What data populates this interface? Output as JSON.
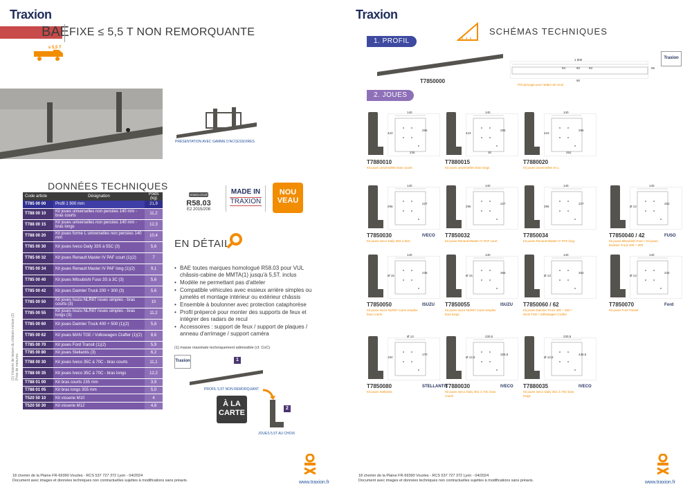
{
  "brand": {
    "left": "Traxion",
    "right": "Traxion"
  },
  "header": {
    "category": "BAE",
    "title": "FIXE ≤ 5,5 T NON REMORQUANTE",
    "weight_badge": "≤ 5,5 T"
  },
  "hero": {
    "caption": "PRÉSENTATION AVEC GAMME D'ACCESSOIRES"
  },
  "donnees": {
    "title": "DONNÉES TECHNIQUES",
    "headers": [
      "Code article",
      "Désignation",
      "Poids (kg)"
    ],
    "rows": [
      {
        "code": "T785 00 00",
        "des": "Profil 1 900 mm",
        "w": "21,9"
      },
      {
        "code": "T788 00 10",
        "des": "Kit joues universelles non percées 140 mm - bras courts",
        "w": "11,2"
      },
      {
        "code": "T788 00 15",
        "des": "Kit joues universelles non percées 140 mm - bras longs",
        "w": "12,3"
      },
      {
        "code": "T788 00 20",
        "des": "Kit joues forme L universelles non percées 140 mm",
        "w": "10,4"
      },
      {
        "code": "T785 00 30",
        "des": "Kit joues Iveco Daily 33S à 55C (3)",
        "w": "5,6"
      },
      {
        "code": "T785 00 32",
        "des": "Kit joues Renault Master IV PAF court (1)(2)",
        "w": "7"
      },
      {
        "code": "T785 00 34",
        "des": "Kit joues Renault Master IV PAF long (1)(2)",
        "w": "9,1"
      },
      {
        "code": "T785 00 40",
        "des": "Kit joues Mitsubishi Fuso 3S à 3C (3)",
        "w": "5,6"
      },
      {
        "code": "T785 00 42",
        "des": "Kit joues Daimler Truck 200 + 300 (3)",
        "w": "5,6"
      },
      {
        "code": "T785 00 50",
        "des": "Kit joues Isuzu NLR87 roues simples - bras courts (3)",
        "w": "10"
      },
      {
        "code": "T785 00 55",
        "des": "Kit joues Isuzu NLR87 roues simples - bras longs (3)",
        "w": "11,2"
      },
      {
        "code": "T785 00 60",
        "des": "Kit joues Daimler Truck 400 + 500 (1)(2)",
        "w": "5,8"
      },
      {
        "code": "T785 00 62",
        "des": "Kit joues MAN TGE / Volkswagen Crafter (1)(2)",
        "w": "8,6"
      },
      {
        "code": "T785 00 70",
        "des": "Kit joues Ford Transit (1)(2)",
        "w": "5,9"
      },
      {
        "code": "T785 00 80",
        "des": "Kit joues Stellantis (3)",
        "w": "6,2"
      },
      {
        "code": "T788 00 30",
        "des": "Kit joues Iveco 35C à 70C - bras courts",
        "w": "11,1"
      },
      {
        "code": "T788 00 35",
        "des": "Kit joues Iveco 35C à 70C - bras longs",
        "w": "12,2"
      },
      {
        "code": "T788 01 00",
        "des": "Kit bras courts 235 mm",
        "w": "3,9"
      },
      {
        "code": "T788 01 05",
        "des": "Kit bras longs 355 mm",
        "w": "5,0"
      },
      {
        "code": "T520 50 10",
        "des": "Kit visserie M10",
        "w": "4"
      },
      {
        "code": "T520 50 30",
        "des": "Kit visserie M12",
        "w": "4,8"
      }
    ],
    "side_note": "(1) Visserie de liaison du châssis incluse (2) Prise de mesures"
  },
  "badges": {
    "hom_tag": "HOMOLOGUÉ",
    "hom_num": "R58.03",
    "hom_sub": "E2 2015/208",
    "made_a": "MADE IN",
    "made_b": "TRAXION",
    "nouveau": "NOU VEAU"
  },
  "detail": {
    "title": "EN DÉTAIL",
    "bullets": [
      "BAE toutes marques homologué R58.03 pour VUL châssis-cabine de MMTA(1) jusqu'à 5,5T. inclus",
      "Modèle ne permettant pas d'atteler",
      "Compatible véhicules avec essieux arrière simples ou jumelés et montage intérieur ou extérieur châssis",
      "Ensemble à boulonner avec protection cataphorèse",
      "Profil prépercé pour monter des supports de feux et intégrer des radars de recul",
      "Accessoires : support de feux / support de plaques / anneau d'arrimage / support caméra"
    ],
    "footnote": "(1) masse maximale techniquement admissible (cf. CoC)",
    "ala_carte": "À LA CARTE",
    "step1": "1",
    "step2": "2",
    "cap1": "PROFIL 5,5T NON REMORQUANT",
    "cap2": "JOUES 5,5T AU CHOIX",
    "traxion_small": "Traxion"
  },
  "footer": {
    "address": "18 chemin de la Plaine FR-69390 Vourles - RCS 537 727 372 Lyon - 04/2024",
    "disclaimer": "Document avec images et données techniques non contractuelles sujettes à modifications sans préavis.",
    "www": "www.traxion.fr"
  },
  "right": {
    "section_title": "SCHÉMAS TECHNIQUES",
    "profil_label": "1. PROFIL",
    "joues_label": "2. JOUES",
    "profil_code": "T7850000",
    "profil_dims": {
      "a": "1 900",
      "b": "93",
      "c": "90",
      "d": "90",
      "e": "93",
      "f": "95"
    },
    "profil_note": "Pré-perçage pour radars de recul",
    "parts": [
      {
        "code": "T7880010",
        "desc": "Kit joues universelles bras courts",
        "d1": "140",
        "d2": "423",
        "d3": "295",
        "d4": "235"
      },
      {
        "code": "T7880015",
        "desc": "Kit joues universelles bras longs",
        "d1": "140",
        "d2": "423",
        "d3": "295",
        "d4": "30"
      },
      {
        "code": "T7880020",
        "desc": "Kit joues universelles en L",
        "d1": "140",
        "d2": "423",
        "d3": "295",
        "d4": "262"
      },
      {
        "code": "T7850030",
        "desc": "Kit joues Iveco Daily 35S à 55C",
        "d1": "140",
        "d2": "296",
        "d3": "227",
        "brand": "IVECO"
      },
      {
        "code": "T7850032",
        "desc": "Kit joues Renault Master IV PAF court",
        "d1": "140",
        "d2": "296",
        "d3": "227"
      },
      {
        "code": "T7850034",
        "desc": "Kit joues Renault Master IV PAF long",
        "d1": "140",
        "d2": "296",
        "d3": "227"
      },
      {
        "code": "T7850040 / 42",
        "desc": "Kit joues Mitsubishi Fuso / Kit joues Daimler Truck 200 + 300",
        "d1": "140",
        "d2": "Ø 13",
        "d3": "252",
        "brand": "FUSO"
      },
      {
        "code": "T7850050",
        "desc": "Kit joues Isuzu NLR87 roues simples bras courts",
        "d1": "140",
        "d2": "Ø 15",
        "d3": "235",
        "brand": "ISUZU"
      },
      {
        "code": "T7850055",
        "desc": "Kit joues Isuzu NLR87 roues simples bras longs",
        "d1": "140",
        "d2": "Ø 15",
        "d3": "355",
        "brand": "ISUZU"
      },
      {
        "code": "T7850060 / 62",
        "desc": "Kit joues Daimler Truck 400 + 500 / MAN TGE / Volkswagen Crafter",
        "d1": "140",
        "d2": "Ø 13",
        "d3": "252"
      },
      {
        "code": "T7850070",
        "desc": "Kit joues Ford Transit",
        "d1": "140",
        "d2": "Ø 13",
        "d3": "232",
        "brand": "Ford"
      },
      {
        "code": "T7850080",
        "desc": "Kit joues Stellantis",
        "d1": "Ø 13",
        "d2": "194",
        "d3": "170",
        "brand": "STELLANTIS"
      },
      {
        "code": "T7880030",
        "desc": "Kit joues Iveco Daily 35C à 70C bras courts",
        "d1": "230,5",
        "d2": "Ø 12,5",
        "d3": "325,5",
        "brand": "IVECO"
      },
      {
        "code": "T7880035",
        "desc": "Kit joues Iveco Daily 35C à 70C bras longs",
        "d1": "230,5",
        "d2": "Ø 12,5",
        "d3": "445,5",
        "brand": "IVECO"
      }
    ]
  },
  "colors": {
    "navy": "#1f2d5a",
    "orange": "#f28c00",
    "purple": "#7a5aa8",
    "dark_purple": "#4a3570",
    "red": "#c94a4a",
    "blue": "#3e4aa0"
  }
}
